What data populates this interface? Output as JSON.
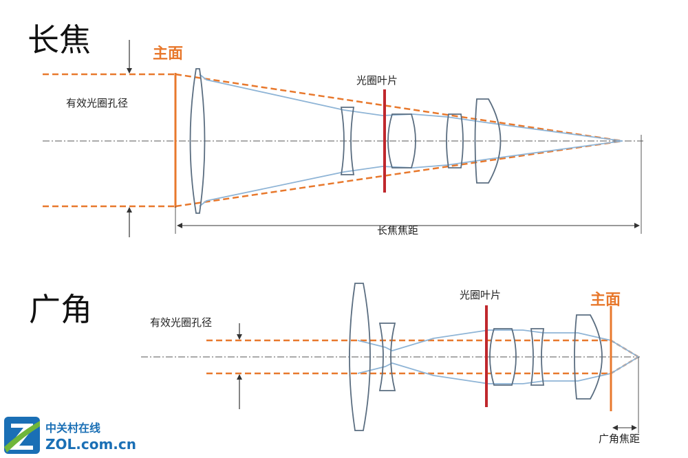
{
  "tele": {
    "title": "长焦",
    "principal_plane": "主面",
    "aperture_label": "有效光圈孔径",
    "diaphragm_label": "光圈叶片",
    "focal_length_label": "长焦焦距"
  },
  "wide": {
    "title": "广角",
    "principal_plane": "主面",
    "aperture_label": "有效光圈孔径",
    "diaphragm_label": "光圈叶片",
    "focal_length_label": "广角焦距"
  },
  "logo": {
    "cn": "中关村在线",
    "en": "ZOL.com.cn"
  },
  "colors": {
    "ray": "#e8782c",
    "lens": "#5a6d80",
    "blue_ray": "#8eb4d6",
    "diaphragm": "#c0282d",
    "axis": "#555555",
    "logo": "#1a6fb5"
  }
}
